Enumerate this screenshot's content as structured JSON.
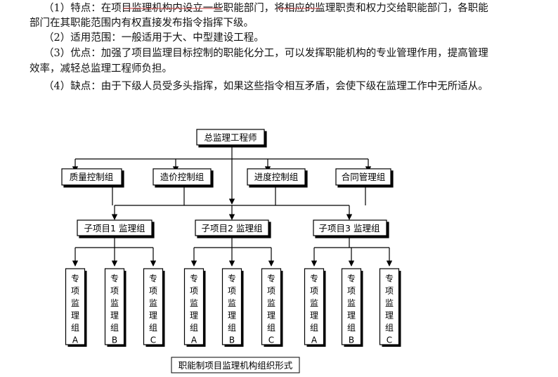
{
  "text": {
    "p1_line1": "（1）特点：在项目监理机构内设立一些职能部门，将相应的监理职责和权力交给职能部门，各职能",
    "p1_line2": "部门在其职能范围内有权直接发布指令指挥下级。",
    "p2": "（2）适用范围：一般适用于大、中型建设工程。",
    "p3_line1": "（3）优点：加强了项目监理目标控制的职能化分工，可以发挥职能机构的专业管理作用，提高管理",
    "p3_line2": "效率，减轻总监理工程师负担。",
    "p4": "（4）缺点：由于下级人员受多头指挥，如果这些指令相互矛盾，会使下级在监理工作中无所适从。"
  },
  "diagram": {
    "root": "总监理工程师",
    "functional_groups": [
      "质量控制组",
      "造价控制组",
      "进度控制组",
      "合同管理组"
    ],
    "subprojects": [
      {
        "label": "子项目1 监理组",
        "teams": [
          [
            "专",
            "项",
            "监",
            "理",
            "组",
            "A"
          ],
          [
            "专",
            "项",
            "监",
            "理",
            "组",
            "B"
          ],
          [
            "专",
            "项",
            "监",
            "理",
            "组",
            "C"
          ]
        ]
      },
      {
        "label": "子项目2 监理组",
        "teams": [
          [
            "专",
            "项",
            "监",
            "理",
            "组",
            "A"
          ],
          [
            "专",
            "项",
            "监",
            "理",
            "组",
            "B"
          ],
          [
            "专",
            "项",
            "监",
            "理",
            "组",
            "C"
          ]
        ]
      },
      {
        "label": "子项目3 监理组",
        "teams": [
          [
            "专",
            "项",
            "监",
            "理",
            "组",
            "A"
          ],
          [
            "专",
            "项",
            "监",
            "理",
            "组",
            "B"
          ],
          [
            "专",
            "项",
            "监",
            "理",
            "组",
            "C"
          ]
        ]
      }
    ],
    "caption": "职能制项目监理机构组织形式"
  }
}
